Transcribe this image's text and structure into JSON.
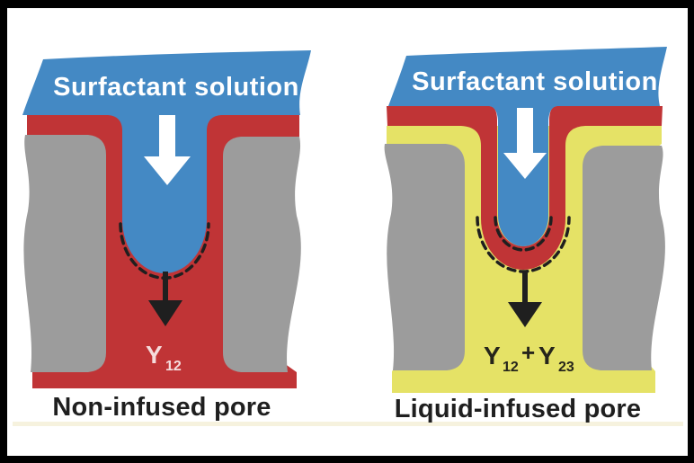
{
  "figure": {
    "colors": {
      "background": "#ffffff",
      "frame_black": "#000000",
      "solution_blue": "#4489c4",
      "coating_red": "#c03436",
      "infused_yellow": "#e5e266",
      "substrate_gray": "#9c9c9c",
      "arrow_white": "#ffffff",
      "ink": "#1f1f1f",
      "gamma_left": "#f5dcdc",
      "gamma_right": "#26251b",
      "divider_cream": "#f6f2de"
    },
    "left_panel": {
      "liquid_label": "Surfactant solution",
      "tension": {
        "gamma": "Υ",
        "sub": "12"
      },
      "caption": "Non-infused pore"
    },
    "right_panel": {
      "liquid_label": "Surfactant solution",
      "tension": {
        "gamma1": "Υ",
        "sub1": "12",
        "plus": "+",
        "gamma2": "Υ",
        "sub2": "23"
      },
      "caption": "Liquid-infused pore"
    }
  }
}
